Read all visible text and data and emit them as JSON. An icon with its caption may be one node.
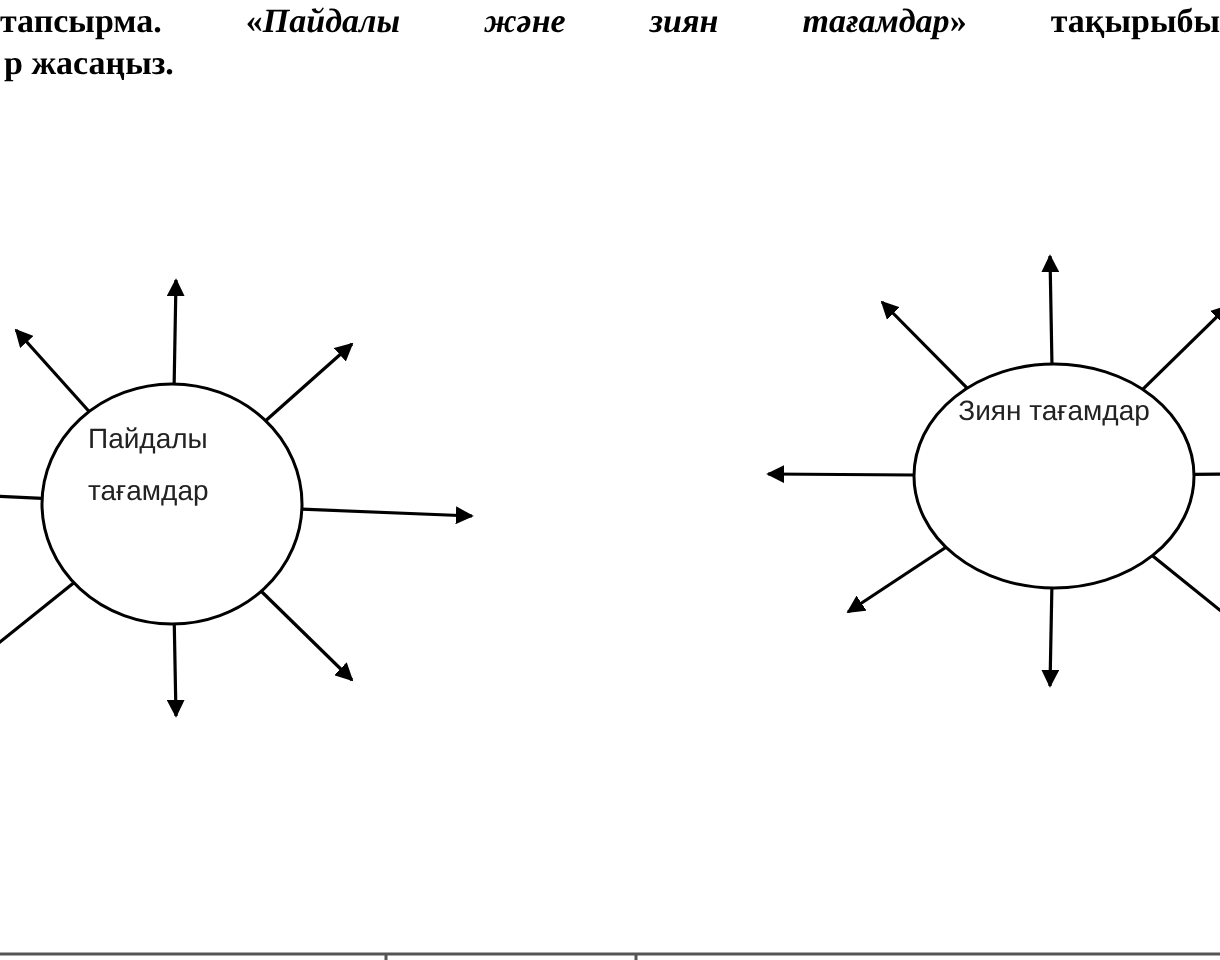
{
  "diagram": {
    "title": "тапсырма. «*Пайдалы және зиян тағамдар*» тақырыбы",
    "nodes": [
      {
        "text": [
          "Пайдалы тағамдар"
        ]
      },
      {
        "text": [
          "Зиян тағамдар"
        ]
      }
    ],
    "edges": [
      {
        "from": 0,
        "to": null,
        "arrow": "to"
      },
      {
        "from": 0,
        "to": null,
        "arrow": "to"
      },
      {
        "from": 0,
        "to": null,
        "arrow": "to"
      },
      {
        "from": 0,
        "to": null,
        "arrow": "to"
      },
      {
        "from": 0,
        "to": null,
        "arrow": "to"
      },
      {
        "from": 0,
        "to": null,
        "arrow": "none"
      },
      {
        "from": 0,
        "to": null,
        "arrow": "none"
      },
      {
        "from": 0,
        "to": null,
        "arrow": "to"
      },
      {
        "from": 1,
        "to": null,
        "arrow": "to"
      },
      {
        "from": 1,
        "to": null,
        "arrow": "to"
      },
      {
        "from": 1,
        "to": null,
        "arrow": "none"
      },
      {
        "from": 1,
        "to": null,
        "arrow": "none"
      },
      {
        "from": 1,
        "to": null,
        "arrow": "to"
      },
      {
        "from": 1,
        "to": null,
        "arrow": "to"
      },
      {
        "from": 1,
        "to": null,
        "arrow": "to"
      },
      {
        "from": 1,
        "to": null,
        "arrow": "to"
      }
    ],
    "labels": [
      "р жасаңыз."
    ]
  }
}
